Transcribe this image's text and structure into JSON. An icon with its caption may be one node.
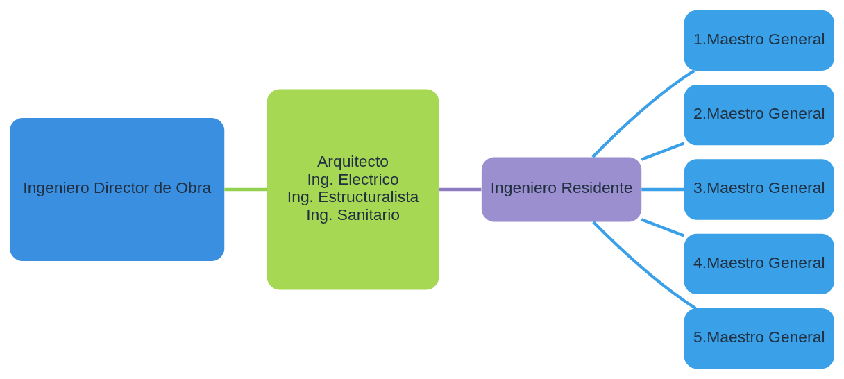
{
  "diagram": {
    "nodes": [
      {
        "text": [
          "Ingeniero Director de Obra"
        ]
      },
      {
        "text": [
          "Arquitecto",
          "Ing. Electrico",
          "Ing. Estructuralista",
          "Ing. Sanitario"
        ]
      },
      {
        "text": [
          "Ingeniero Residente"
        ]
      },
      {
        "text": [
          "1.Maestro General"
        ]
      },
      {
        "text": [
          "2.Maestro General"
        ]
      },
      {
        "text": [
          "3.Maestro General"
        ]
      },
      {
        "text": [
          "4.Maestro General"
        ]
      },
      {
        "text": [
          "5.Maestro General"
        ]
      }
    ],
    "edges": [
      {
        "from": 0,
        "to": 1,
        "arrow": "none",
        "color": "#92d050"
      },
      {
        "from": 1,
        "to": 2,
        "arrow": "none",
        "color": "#8e7cc3"
      },
      {
        "from": 2,
        "to": 3,
        "arrow": "none"
      },
      {
        "from": 2,
        "to": 4,
        "arrow": "none"
      },
      {
        "from": 2,
        "to": 5,
        "arrow": "none"
      },
      {
        "from": 2,
        "to": 6,
        "arrow": "none"
      },
      {
        "from": 2,
        "to": 7,
        "arrow": "none"
      }
    ]
  }
}
